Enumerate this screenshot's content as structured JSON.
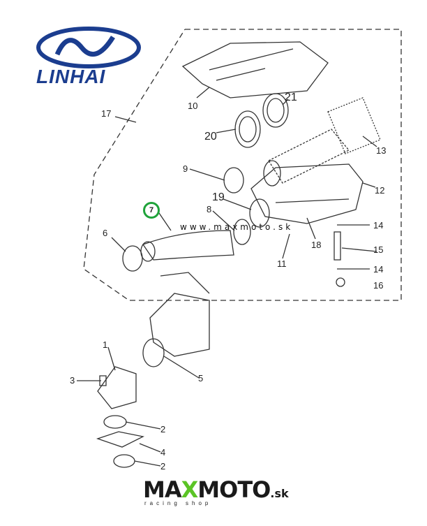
{
  "logo": {
    "brand": "LINHAI"
  },
  "watermark": {
    "text": "www.maxmoto.sk"
  },
  "footer_brand": {
    "max": "MA",
    "x": "X",
    "moto": "MOTO",
    "tld": ".sk",
    "tagline": "racing shop"
  },
  "highlighted_part": "7",
  "part_labels": {
    "p10": "10",
    "p21": "21",
    "p20": "20",
    "p13": "13",
    "p9": "9",
    "p12": "12",
    "p19": "19",
    "p8": "8",
    "p14a": "14",
    "p18": "18",
    "p11": "11",
    "p15": "15",
    "p14b": "14",
    "p16": "16",
    "p6": "6",
    "p17": "17",
    "p1": "1",
    "p5": "5",
    "p3": "3",
    "p2a": "2",
    "p4": "4",
    "p2b": "2"
  },
  "colors": {
    "linhai_blue": "#1b3d8f",
    "highlight_green": "#1fa33a",
    "maxmoto_green": "#5bc425"
  }
}
